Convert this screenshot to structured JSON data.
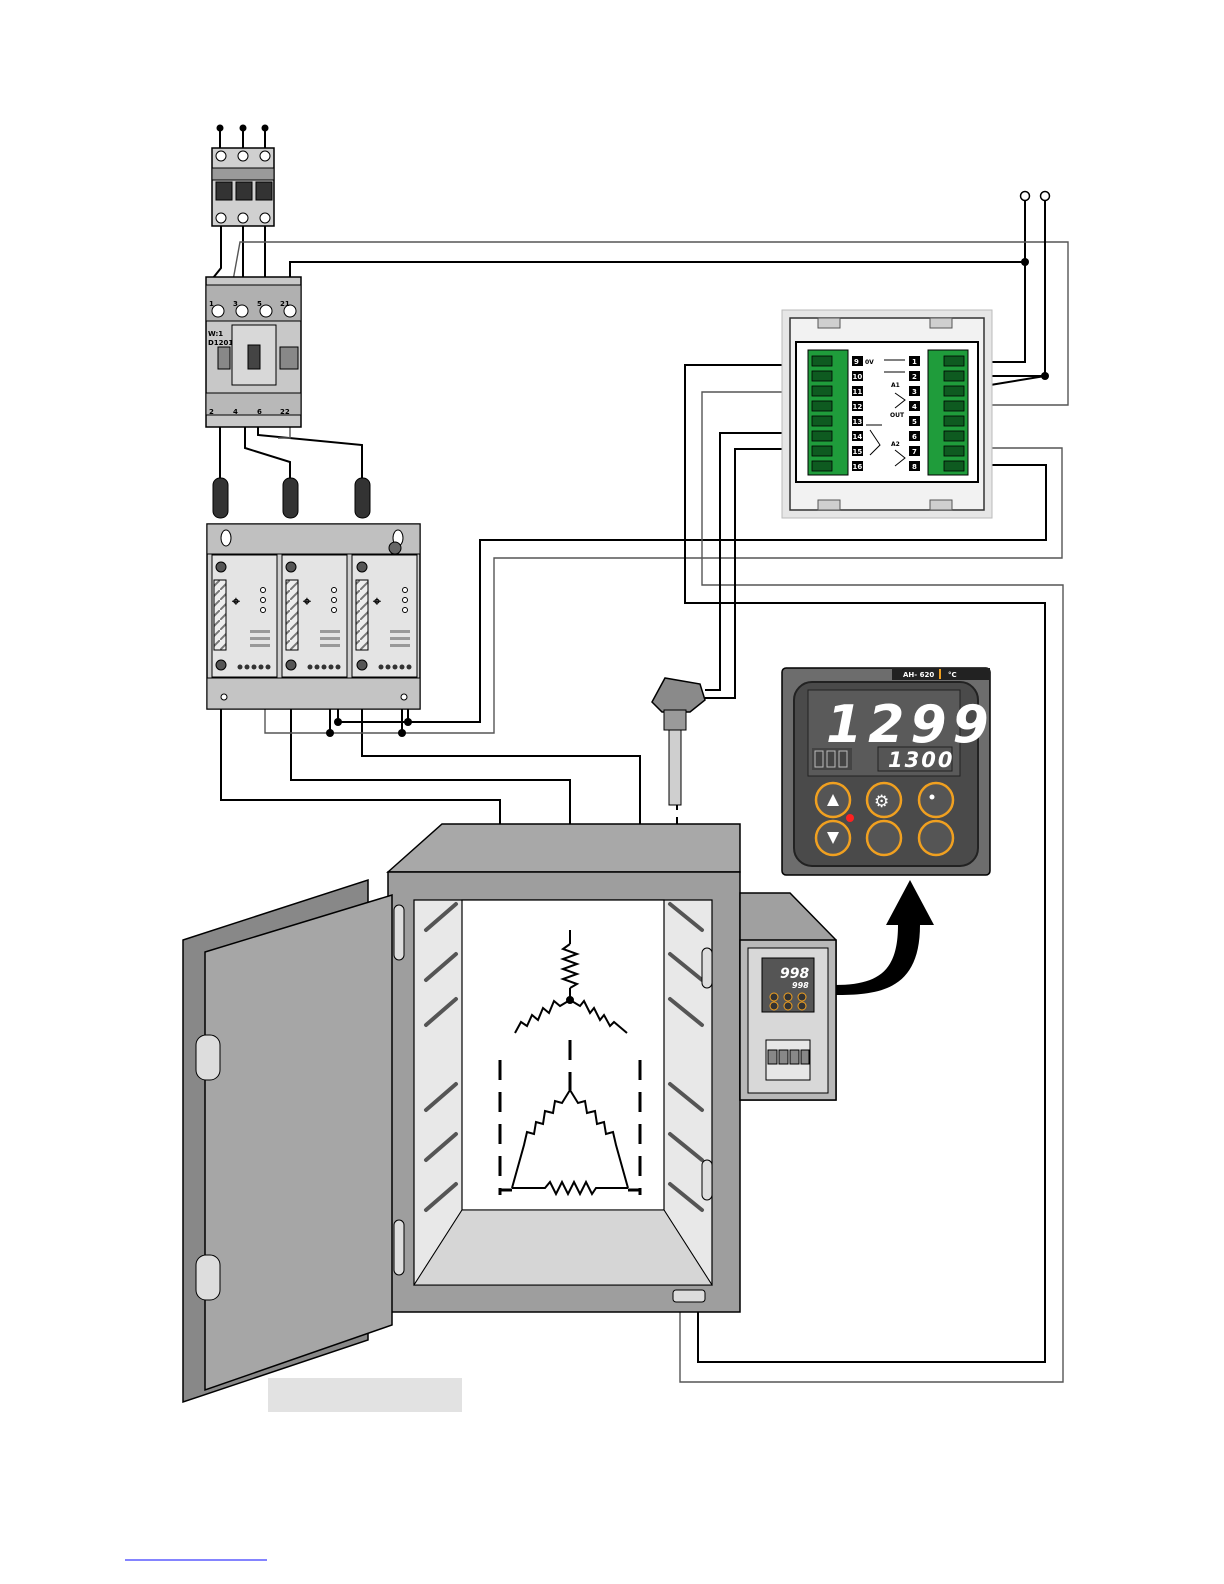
{
  "breaker": {
    "label": ""
  },
  "contactor": {
    "top_terminals": [
      "1",
      "3",
      "5",
      "21"
    ],
    "bottom_terminals": [
      "2",
      "4",
      "6",
      "22"
    ],
    "model": "W:1\nD1201"
  },
  "controller_back": {
    "left_terminals": [
      "9",
      "10",
      "11",
      "12",
      "13",
      "14",
      "15",
      "16"
    ],
    "right_terminals": [
      "1",
      "2",
      "3",
      "4",
      "5",
      "6",
      "7",
      "8"
    ],
    "labels": [
      "0V",
      "A1",
      "OUT",
      "A2"
    ]
  },
  "controller_front": {
    "model": "AH- 620",
    "unit": "°C",
    "process_value": "1299",
    "set_value": "1300"
  },
  "furnace_panel": {
    "mini_pv": "998",
    "mini_sv": "998"
  },
  "colors": {
    "wire": "#000000",
    "device_gray": "#bdbdbd",
    "terminal_green": "#1f9c3b",
    "display_red": "#ff2020",
    "button_orange": "#f0a020",
    "furnace_gray": "#9e9e9e"
  }
}
